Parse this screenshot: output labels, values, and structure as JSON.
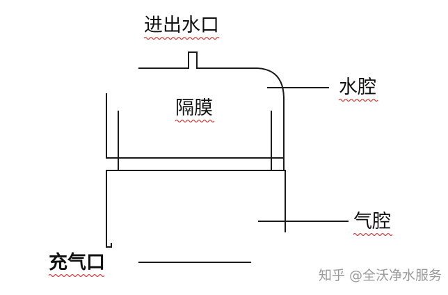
{
  "labels": {
    "inlet": "进出水口",
    "membrane": "隔膜",
    "water_chamber": "水腔",
    "air_chamber": "气腔",
    "charge_port": "充气口"
  },
  "watermark": "知乎 @全沃净水服务",
  "colors": {
    "line": "#1a1a1a",
    "text": "#111111",
    "spellcheck_underline": "#d23b3b",
    "watermark": "#9a9a9a"
  }
}
